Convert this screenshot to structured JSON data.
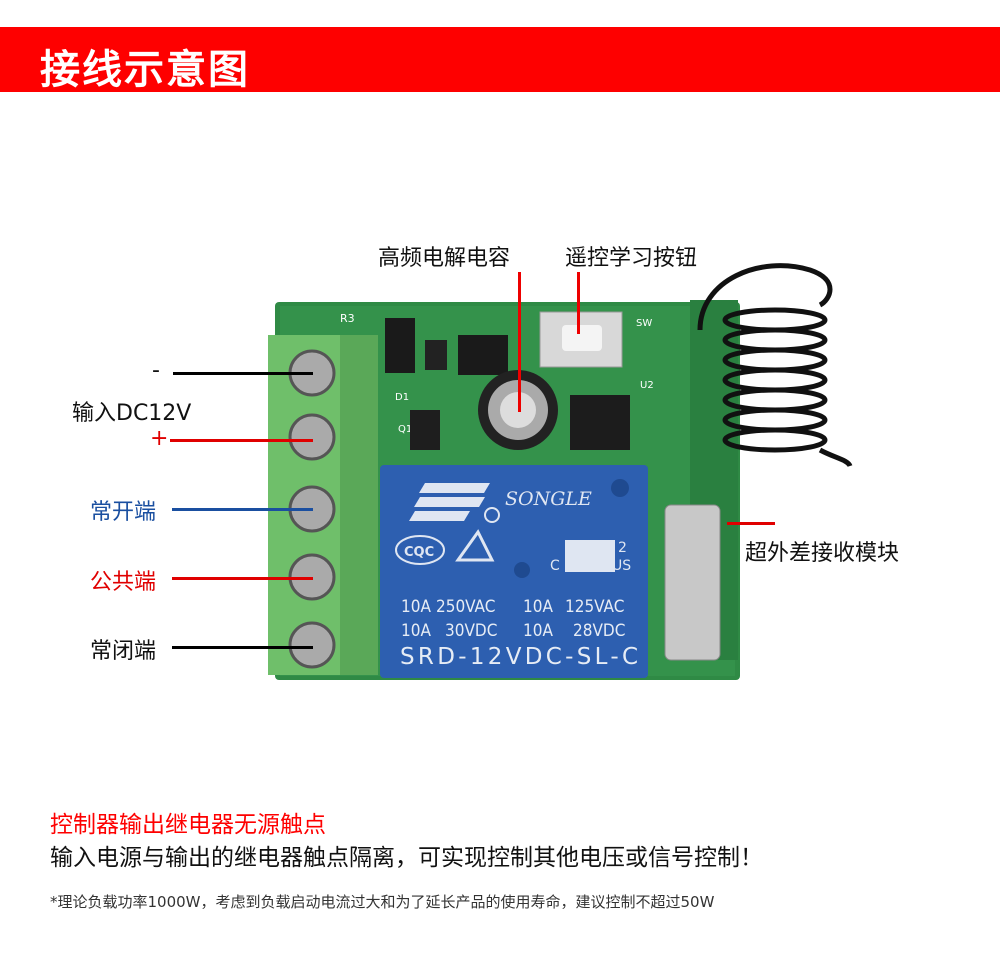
{
  "header": {
    "title": "接线示意图"
  },
  "labels": {
    "minus": "-",
    "input": "输入DC12V",
    "plus": "+",
    "no": "常开端",
    "com": "公共端",
    "nc": "常闭端",
    "capacitor": "高频电解电容",
    "learn_button": "遥控学习按钮",
    "receiver": "超外差接收模块"
  },
  "relay": {
    "brand": "SONGLE",
    "cert1": "CQC",
    "ul_c": "C",
    "ul_num": "2",
    "ul_us": "US",
    "rating1a": "10A",
    "rating1b": "250VAC",
    "rating1c": "10A",
    "rating1d": "125VAC",
    "rating2a": "10A",
    "rating2b": "30VDC",
    "rating2c": "10A",
    "rating2d": "28VDC",
    "model": "SRD-12VDC-SL-C"
  },
  "pcb": {
    "r3": "R3",
    "sw": "SW",
    "u2": "U2",
    "d1": "D1",
    "q1": "Q1"
  },
  "notes": {
    "line1": "控制器输出继电器无源触点",
    "line2": "输入电源与输出的继电器触点隔离，可实现控制其他电压或信号控制！",
    "line3": "*理论负载功率1000W，考虑到负载启动电流过大和为了延长产品的使用寿命，建议控制不超过50W"
  },
  "colors": {
    "header": "#fe0000",
    "pcb": "#2f8a45",
    "relay": "#2d5fb0",
    "terminal": "#6fbf6a",
    "blue_line": "#1a4fa0",
    "red_line": "#e00000"
  }
}
